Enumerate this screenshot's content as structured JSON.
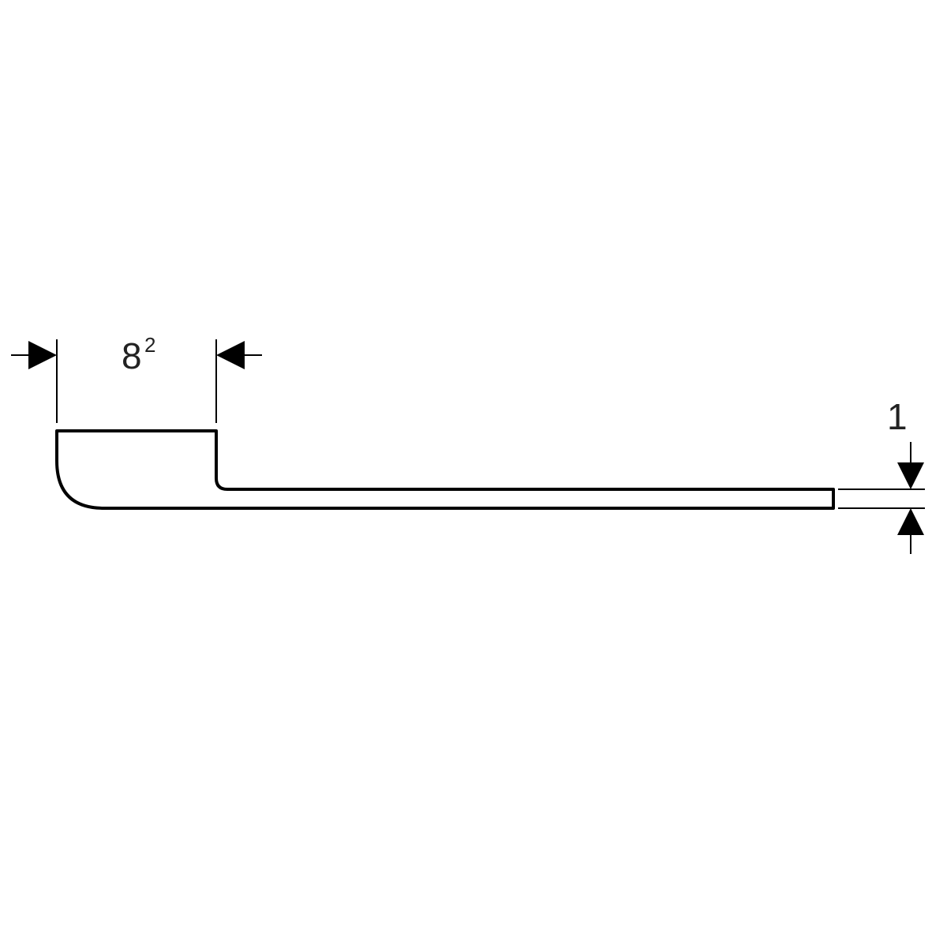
{
  "colors": {
    "background": "#ffffff",
    "line": "#000000",
    "text": "#222222"
  },
  "dimensions": {
    "width": {
      "value": "8",
      "superscript": "2"
    },
    "thickness": {
      "value": "1"
    }
  }
}
